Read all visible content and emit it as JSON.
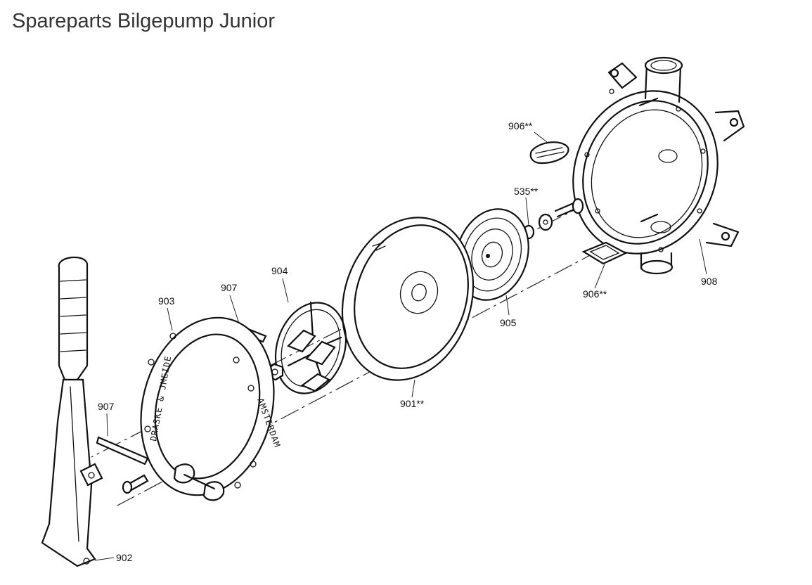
{
  "title": "Spareparts Bilgepump Junior",
  "parts": {
    "p906a": "906**",
    "p535": "535**",
    "p908": "908",
    "p906b": "906**",
    "p905": "905",
    "p904": "904",
    "p907a": "907",
    "p903": "903",
    "p901": "901**",
    "p907b": "907",
    "p902": "902"
  }
}
